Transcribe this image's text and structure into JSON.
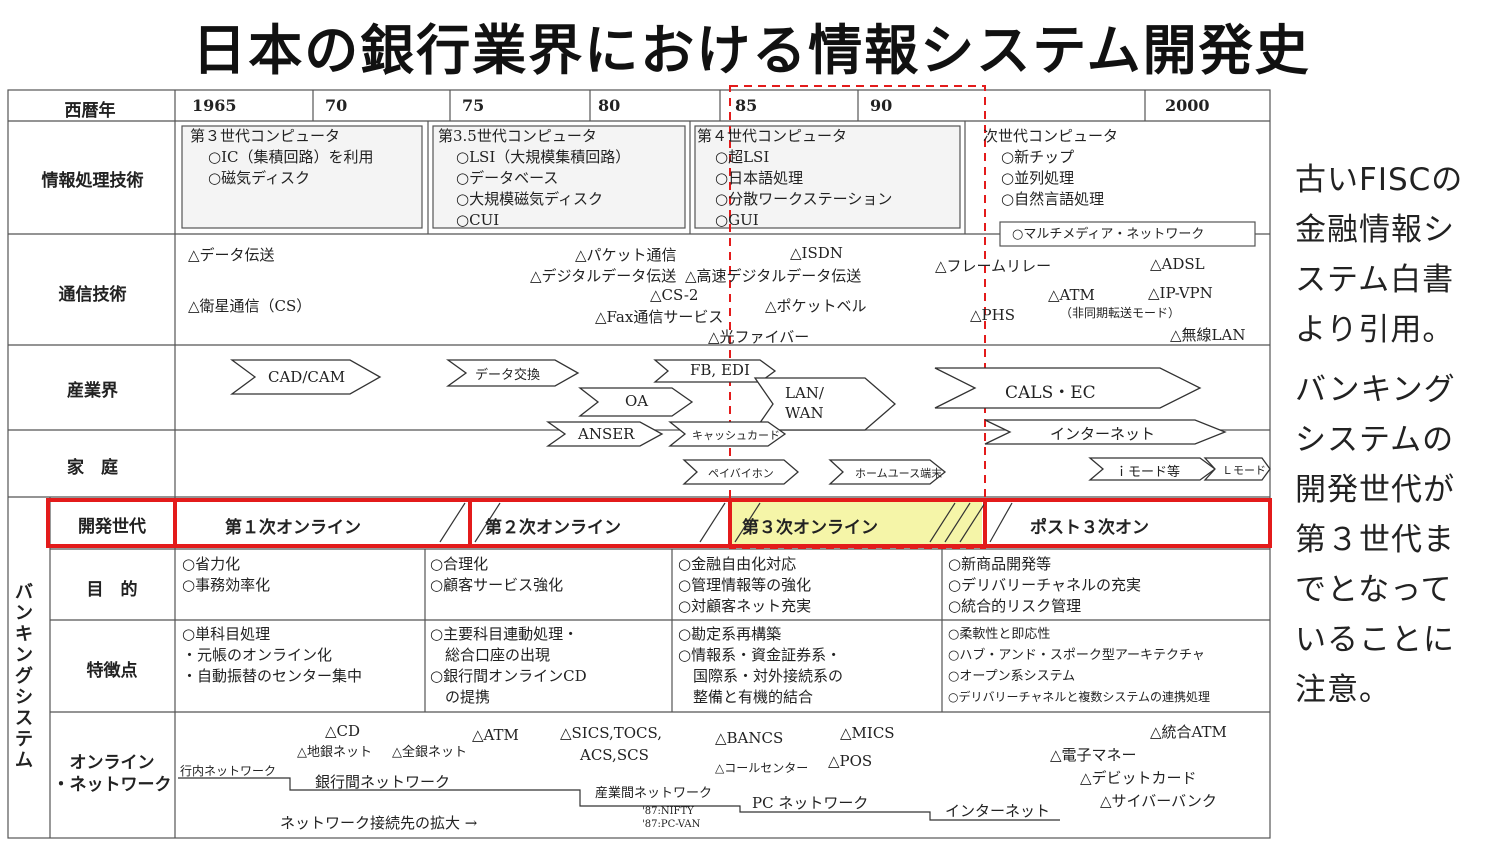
{
  "title": "日本の銀行業界における情報システム開発史",
  "side_note": {
    "paragraph1": [
      "古いFISCの",
      "金融情報シ",
      "ステム白書",
      "より引用。"
    ],
    "paragraph2": [
      "バンキング",
      "システムの",
      "開発世代が",
      "第３世代ま",
      "でとなって",
      "いることに",
      "注意。"
    ]
  },
  "header": {
    "label": "西暦年",
    "years": [
      "1965",
      "70",
      "75",
      "80",
      "85",
      "90",
      "2000"
    ]
  },
  "rows": {
    "info": {
      "label": "情報処理技術",
      "col1": [
        "第３世代コンピュータ",
        "○IC（集積回路）を利用",
        "○磁気ディスク"
      ],
      "col2": [
        "第3.5世代コンピュータ",
        "○LSI（大規模集積回路）",
        "○データベース",
        "○大規模磁気ディスク",
        "○CUI"
      ],
      "col3": [
        "第４世代コンピュータ",
        "○超LSI",
        "○日本語処理",
        "○分散ワークステーション",
        "○GUI"
      ],
      "col4": [
        "次世代コンピュータ",
        "○新チップ",
        "○並列処理",
        "○自然言語処理"
      ],
      "multimedia": "○マルチメディア・ネットワーク"
    },
    "comm": {
      "label": "通信技術",
      "items": [
        "△データ伝送",
        "△衛星通信（CS）",
        "△パケット通信",
        "△デジタルデータ伝送",
        "△高速デジタルデータ伝送",
        "△CS-2",
        "△Fax通信サービス",
        "△光ファイバー",
        "△ISDN",
        "△ポケットベル",
        "△フレームリレー",
        "△PHS",
        "△ATM",
        "（非同期転送モード）",
        "△ADSL",
        "△IP-VPN",
        "△無線LAN"
      ]
    },
    "industry": {
      "label": "産業界",
      "arrows": [
        "CAD/CAM",
        "データ交換",
        "FB, EDI",
        "OA",
        "LAN/\nWAN",
        "ANSER",
        "キャッシュカード",
        "CALS・EC"
      ]
    },
    "home": {
      "label": "家　庭",
      "arrows": [
        "ペイバイホン",
        "ホームユース端末",
        "インターネット",
        "ｉモード等",
        "Ｌモード"
      ]
    },
    "generation": {
      "label": "開発世代",
      "items": [
        "第１次オンライン",
        "第２次オンライン",
        "第３次オンライン",
        "ポスト３次オン"
      ],
      "highlight_color": "#f5f5a8",
      "frame_color": "#e31b1b"
    },
    "banking_label": "バンキングシステム",
    "purpose": {
      "label": "目　的",
      "cols": [
        [
          "○省力化",
          "○事務効率化"
        ],
        [
          "○合理化",
          "○顧客サービス強化"
        ],
        [
          "○金融自由化対応",
          "○管理情報等の強化",
          "○対顧客ネット充実"
        ],
        [
          "○新商品開発等",
          "○デリバリーチャネルの充実",
          "○統合的リスク管理"
        ]
      ]
    },
    "features": {
      "label": "特徴点",
      "cols": [
        [
          "○単科目処理",
          "・元帳のオンライン化",
          "・自動振替のセンター集中"
        ],
        [
          "○主要科目連動処理・",
          "　総合口座の出現",
          "○銀行間オンラインCD",
          "　の提携"
        ],
        [
          "○勘定系再構築",
          "○情報系・資金証券系・",
          "　国際系・対外接続系の",
          "　整備と有機的結合"
        ],
        [
          "○柔軟性と即応性",
          "○ハブ・アンド・スポーク型アーキテクチャ",
          "○オープン系システム",
          "○デリバリーチャネルと複数システムの連携処理"
        ]
      ]
    },
    "online": {
      "label": [
        "オンライン",
        "・ネットワーク"
      ],
      "items": [
        "△CD",
        "△地銀ネット",
        "△全銀ネット",
        "行内ネットワーク",
        "銀行間ネットワーク",
        "△ATM",
        "△SICS,TOCS,",
        "ACS,SCS",
        "産業間ネットワーク",
        "'87:NIFTY",
        "'87:PC-VAN",
        "△BANCS",
        "△コールセンター",
        "△MICS",
        "△POS",
        "PC ネットワーク",
        "インターネット",
        "△統合ATM",
        "△電子マネー",
        "△デビットカード",
        "△サイバーバンク",
        "ネットワーク接続先の拡大 →"
      ]
    }
  }
}
